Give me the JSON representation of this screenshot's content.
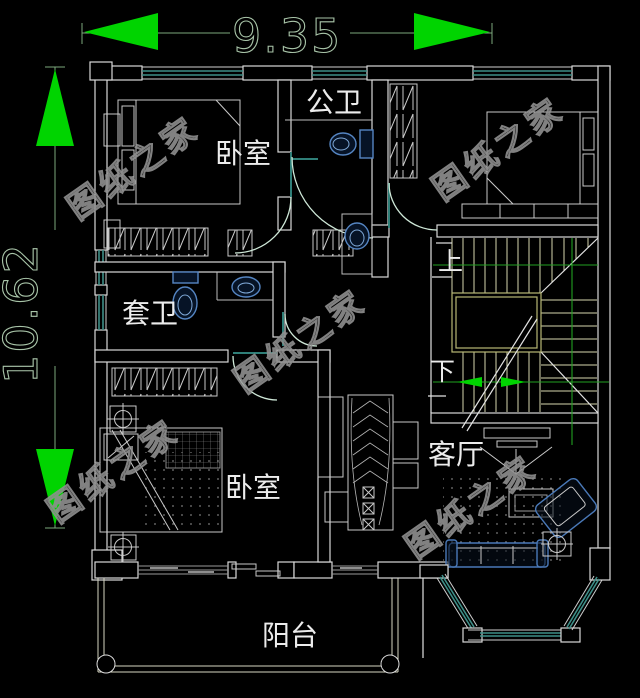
{
  "drawing": {
    "type": "architectural-floor-plan",
    "dimensions": {
      "width": "9.35",
      "height": "10.62"
    },
    "rooms": {
      "bedroom_top_left": "卧室",
      "public_bathroom": "公卫",
      "ensuite_bathroom": "套卫",
      "bedroom_bottom_left": "卧室",
      "living_room": "客厅",
      "balcony": "阳台"
    },
    "stairs": {
      "up": "上",
      "down": "下"
    },
    "watermark": {
      "text": "图纸之家",
      "count": 5
    },
    "colors": {
      "background": "#000000",
      "wall": "#d9d9d9",
      "window": "#3e8f88",
      "door": "#cfe8d8",
      "door_leaf": "#2f7f78",
      "fixture": "#5585c2",
      "dimension": "#00d400",
      "stair": "#d6d6ae",
      "stair_green": "#22a022",
      "watermark_gray": "#8f8f8f"
    }
  }
}
